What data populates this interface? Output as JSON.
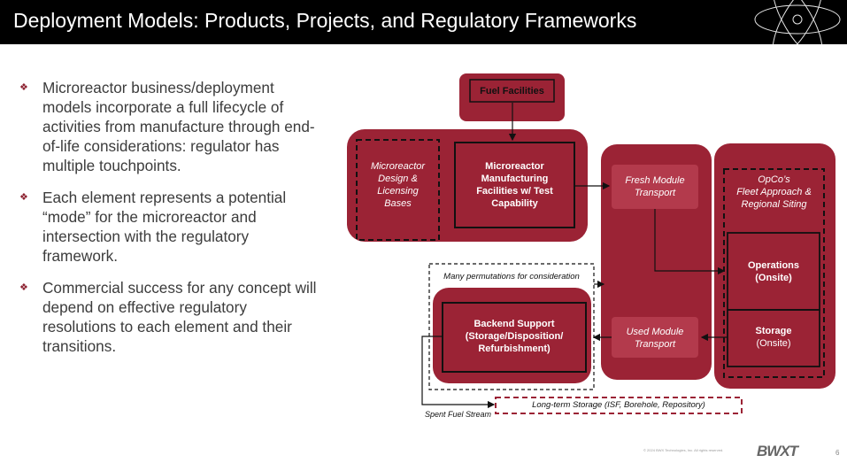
{
  "header": {
    "title": "Deployment Models: Products, Projects, and Regulatory Frameworks",
    "logo_icon": "atom-icon"
  },
  "bullets": [
    {
      "icon": "diamond-bullet-icon",
      "text": "Microreactor business/deployment models incorporate a full lifecycle of activities from manufacture through end-of-life considerations: regulator has multiple touchpoints."
    },
    {
      "icon": "diamond-bullet-icon",
      "text": "Each element represents a potential “mode” for the microreactor and intersection with the regulatory framework."
    },
    {
      "icon": "diamond-bullet-icon",
      "text": "Commercial success for any concept will depend on effective regulatory resolutions to each element and their transitions."
    }
  ],
  "diagram": {
    "fuel_facilities": "Fuel Facilities",
    "design_bases": [
      "Microreactor",
      "Design &",
      "Licensing",
      "Bases"
    ],
    "manufacturing": [
      "Microreactor",
      "Manufacturing",
      "Facilities w/ Test",
      "Capability"
    ],
    "fresh_transport": [
      "Fresh Module",
      "Transport"
    ],
    "fleet_approach": [
      "OpCo’s",
      "Fleet Approach &",
      "Regional Siting"
    ],
    "operations": [
      "Operations",
      "(Onsite)"
    ],
    "storage": [
      "Storage",
      "(Onsite)"
    ],
    "used_transport": [
      "Used Module",
      "Transport"
    ],
    "permutations": "Many permutations for consideration",
    "backend": [
      "Backend Support",
      "(Storage/Disposition/",
      "Refurbishment)"
    ],
    "long_term_storage": "Long-term Storage (ISF, Borehole, Repository)",
    "spent_fuel": "Spent Fuel Stream"
  },
  "footer": {
    "copyright": "© 2024 BWX Technologies, Inc. All rights reserved.",
    "logo": "BWXT",
    "page": "6"
  },
  "colors": {
    "accent": "#8b1f2e",
    "box_fill": "#9b2335",
    "header_bg": "#000000"
  }
}
